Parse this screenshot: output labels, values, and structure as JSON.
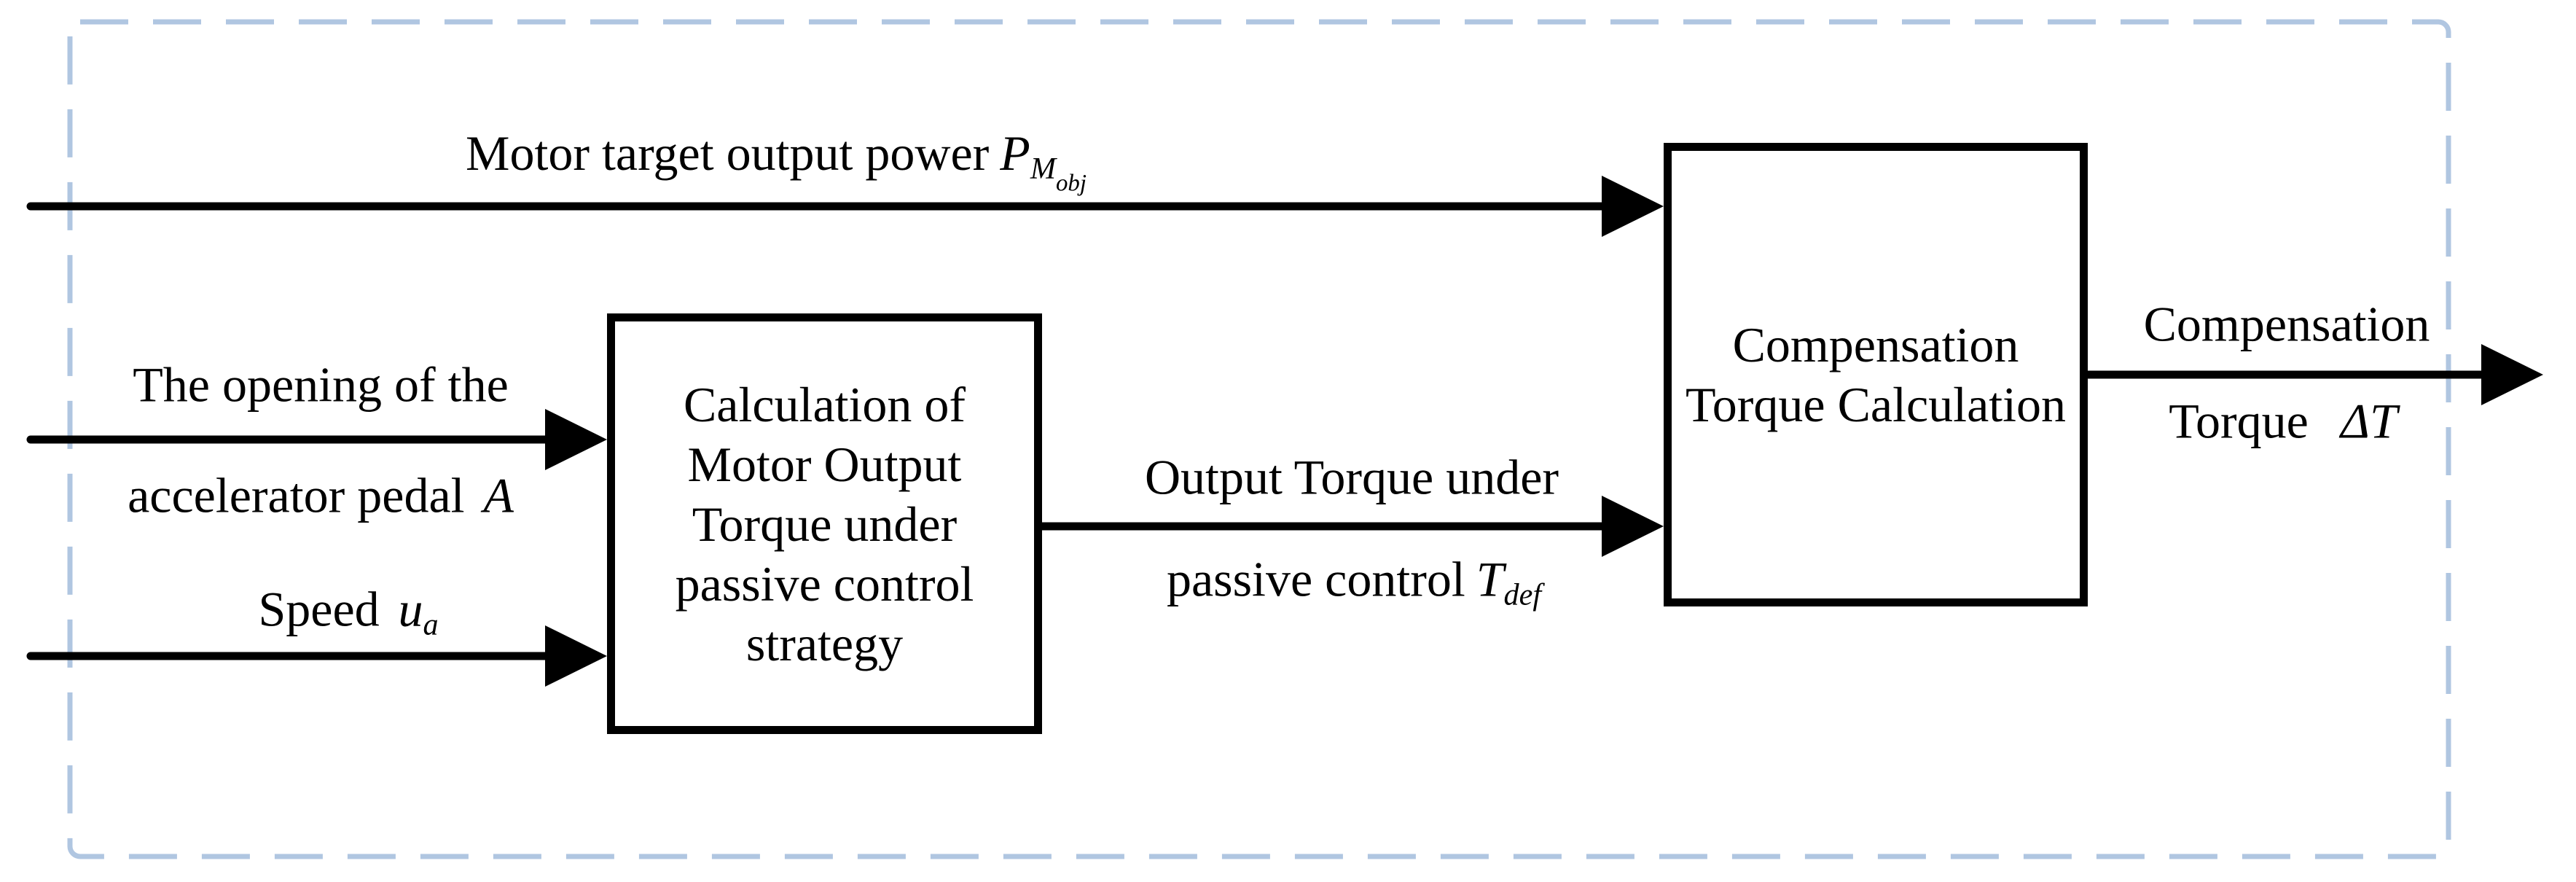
{
  "figure": {
    "background": "#ffffff",
    "line_color": "#000000",
    "dashed_border_color": "#b0c6e1",
    "labels": {
      "power": {
        "text": "Motor target output power",
        "var": "P",
        "sub": "M",
        "subsub": "obj"
      },
      "pedal": {
        "line1": "The opening of the",
        "line2": "accelerator pedal",
        "var": "A"
      },
      "speed": {
        "text": "Speed",
        "var": "u",
        "sub": "a"
      },
      "tdef": {
        "line1": "Output Torque under",
        "line2": "passive control",
        "var": "T",
        "sub": "def"
      },
      "output": {
        "line1": "Compensation",
        "line2": "Torque",
        "var": "ΔT"
      }
    },
    "blocks": {
      "passive": {
        "line1": "Calculation of",
        "line2": "Motor Output",
        "line3": "Torque under",
        "line4": "passive control",
        "line5": "strategy"
      },
      "compensation": {
        "line1": "Compensation",
        "line2": "Torque Calculation"
      }
    }
  }
}
